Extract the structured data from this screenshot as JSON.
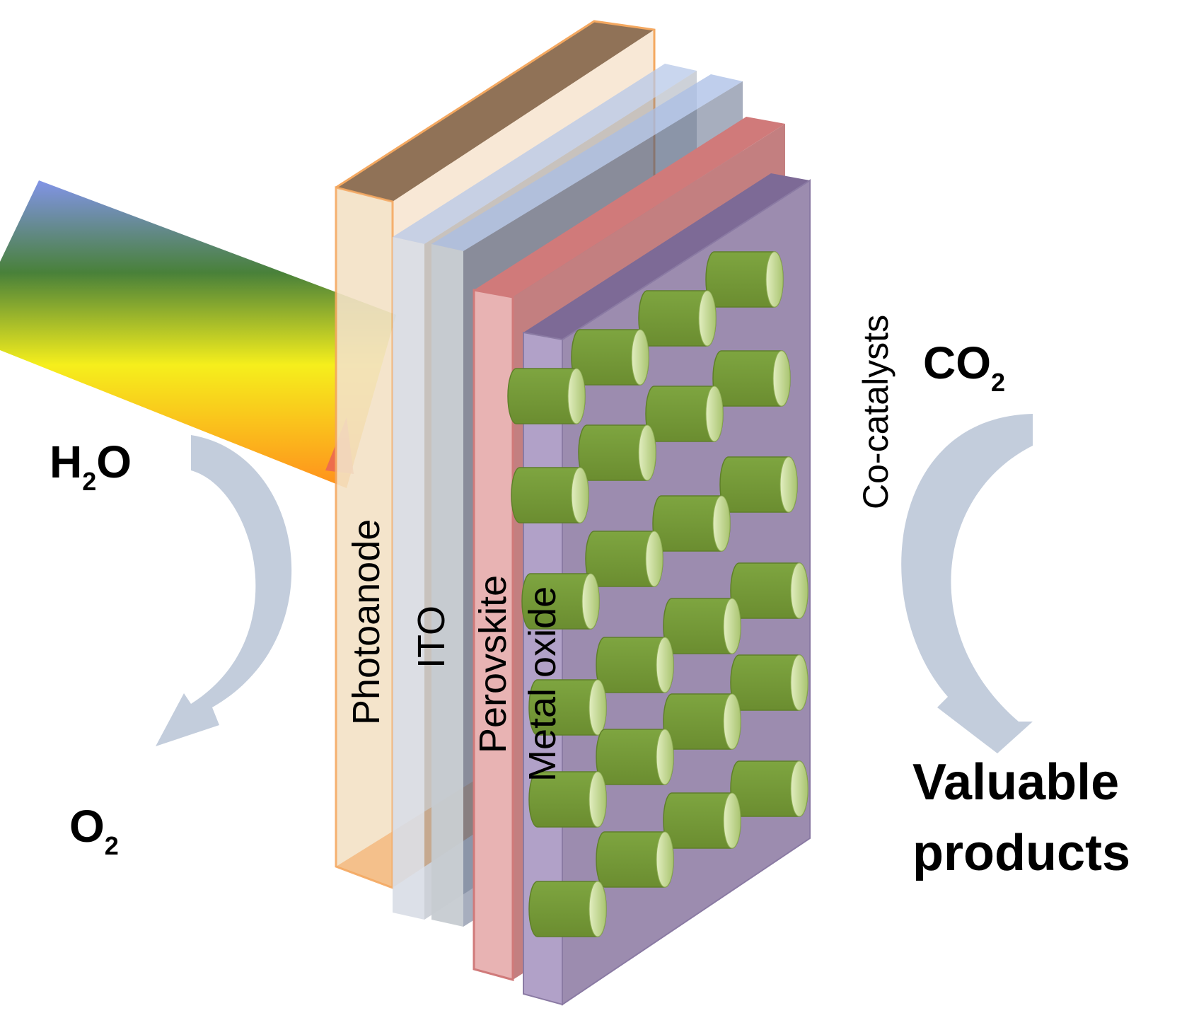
{
  "labels": {
    "photoanode": "Photoanode",
    "ito": "ITO",
    "perovskite": "Perovskite",
    "metal_oxide": "Metal oxide",
    "co_catalysts": "Co-catalysts"
  },
  "left_reaction": {
    "reactant": {
      "main": "H",
      "sub": "2",
      "tail": "O"
    },
    "product": {
      "main": "O",
      "sub": "2"
    }
  },
  "right_reaction": {
    "reactant": {
      "main": "CO",
      "sub": "2"
    },
    "product_line1": "Valuable",
    "product_line2": "products"
  },
  "colors": {
    "photoanode": "#f3e2c6",
    "photoanode_edge": "#f4a860",
    "photoanode_top": "#8a6a4e",
    "ito": "#c9d3e3",
    "perovskite": "#e8b3b3",
    "perovskite_edge": "#d07a7a",
    "metal_oxide": "#b1a1c8",
    "metal_oxide_face": "#9c8caf",
    "catalyst": "#789a3c",
    "arrow": "#c3cddc"
  },
  "icons": {
    "light_beam": "rainbow-beam",
    "catalyst": "green-cylinder",
    "curved_arrow": "curved-arrow"
  }
}
